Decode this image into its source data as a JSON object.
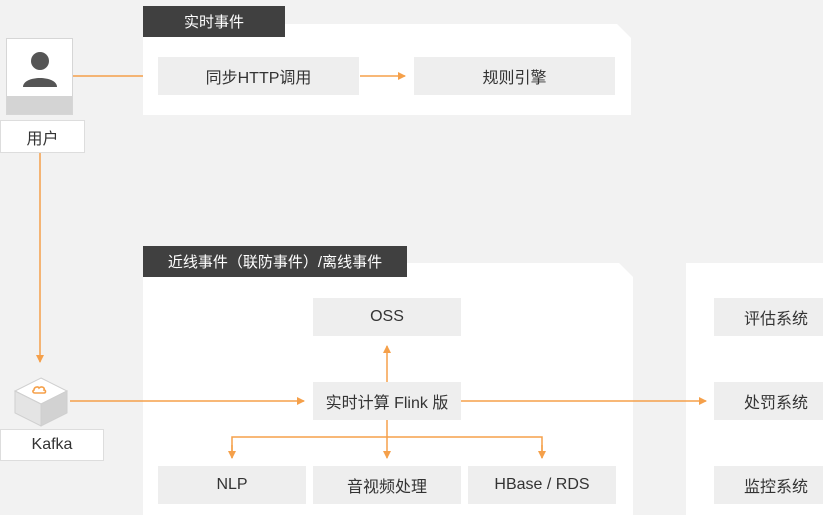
{
  "realtime_section": {
    "tag": "实时事件",
    "sync_http": "同步HTTP调用",
    "rule_engine": "规则引擎"
  },
  "user": {
    "label": "用户"
  },
  "kafka": {
    "label": "Kafka"
  },
  "nearline_section": {
    "tag": "近线事件（联防事件）/离线事件",
    "oss": "OSS",
    "flink": "实时计算 Flink 版",
    "nlp": "NLP",
    "av_processing": "音视频处理",
    "hbase_rds": "HBase / RDS"
  },
  "systems": {
    "evaluation": "评估系统",
    "penalty": "处罚系统",
    "monitoring": "监控系统"
  },
  "colors": {
    "arrow": "#f5a04a",
    "tag_bg": "#404040",
    "box_bg": "#eeeeee",
    "panel_bg": "#ffffff"
  },
  "icons": {
    "user": "person-silhouette-icon",
    "kafka": "kafka-cloud-cube-icon"
  }
}
